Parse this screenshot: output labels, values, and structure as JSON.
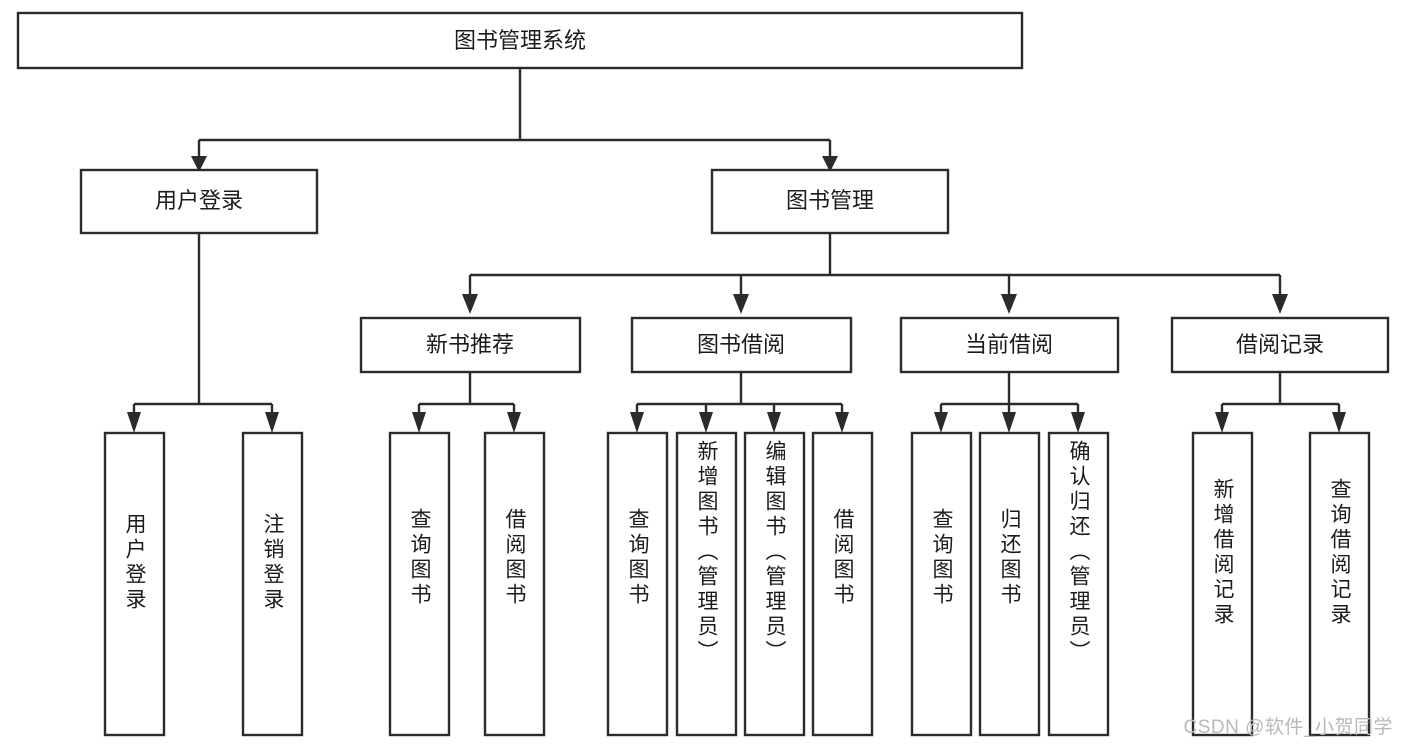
{
  "diagram": {
    "type": "tree",
    "title_node": {
      "id": "root",
      "label": "图书管理系统"
    },
    "level2": [
      {
        "id": "user-login",
        "label": "用户登录"
      },
      {
        "id": "book-manage",
        "label": "图书管理"
      }
    ],
    "level3": [
      {
        "id": "new-book-recommend",
        "label": "新书推荐",
        "parent": "book-manage"
      },
      {
        "id": "book-borrow",
        "label": "图书借阅",
        "parent": "book-manage"
      },
      {
        "id": "current-borrow",
        "label": "当前借阅",
        "parent": "book-manage"
      },
      {
        "id": "borrow-record",
        "label": "借阅记录",
        "parent": "book-manage"
      }
    ],
    "leaves": [
      {
        "id": "leaf-user-login",
        "label": "用户登录",
        "parent": "user-login"
      },
      {
        "id": "leaf-logout-login",
        "label": "注销登录",
        "parent": "user-login"
      },
      {
        "id": "leaf-query-book-1",
        "label": "查询图书",
        "parent": "new-book-recommend"
      },
      {
        "id": "leaf-borrow-book-1",
        "label": "借阅图书",
        "parent": "new-book-recommend"
      },
      {
        "id": "leaf-query-book-2",
        "label": "查询图书",
        "parent": "book-borrow"
      },
      {
        "id": "leaf-add-book",
        "label": "新增图书（管理员）",
        "parent": "book-borrow"
      },
      {
        "id": "leaf-edit-book",
        "label": "编辑图书（管理员）",
        "parent": "book-borrow"
      },
      {
        "id": "leaf-borrow-book-2",
        "label": "借阅图书",
        "parent": "book-borrow"
      },
      {
        "id": "leaf-query-book-3",
        "label": "查询图书",
        "parent": "current-borrow"
      },
      {
        "id": "leaf-return-book",
        "label": "归还图书",
        "parent": "current-borrow"
      },
      {
        "id": "leaf-confirm-return",
        "label": "确认归还（管理员）",
        "parent": "current-borrow"
      },
      {
        "id": "leaf-add-record",
        "label": "新增借阅记录",
        "parent": "borrow-record"
      },
      {
        "id": "leaf-query-record",
        "label": "查询借阅记录",
        "parent": "borrow-record"
      }
    ],
    "colors": {
      "stroke": "#2b2b2b",
      "fill": "#ffffff",
      "text": "#1b1b1b",
      "watermark": "#b9b9b9"
    }
  },
  "watermark": {
    "text": "CSDN @软件_小贺同学"
  }
}
